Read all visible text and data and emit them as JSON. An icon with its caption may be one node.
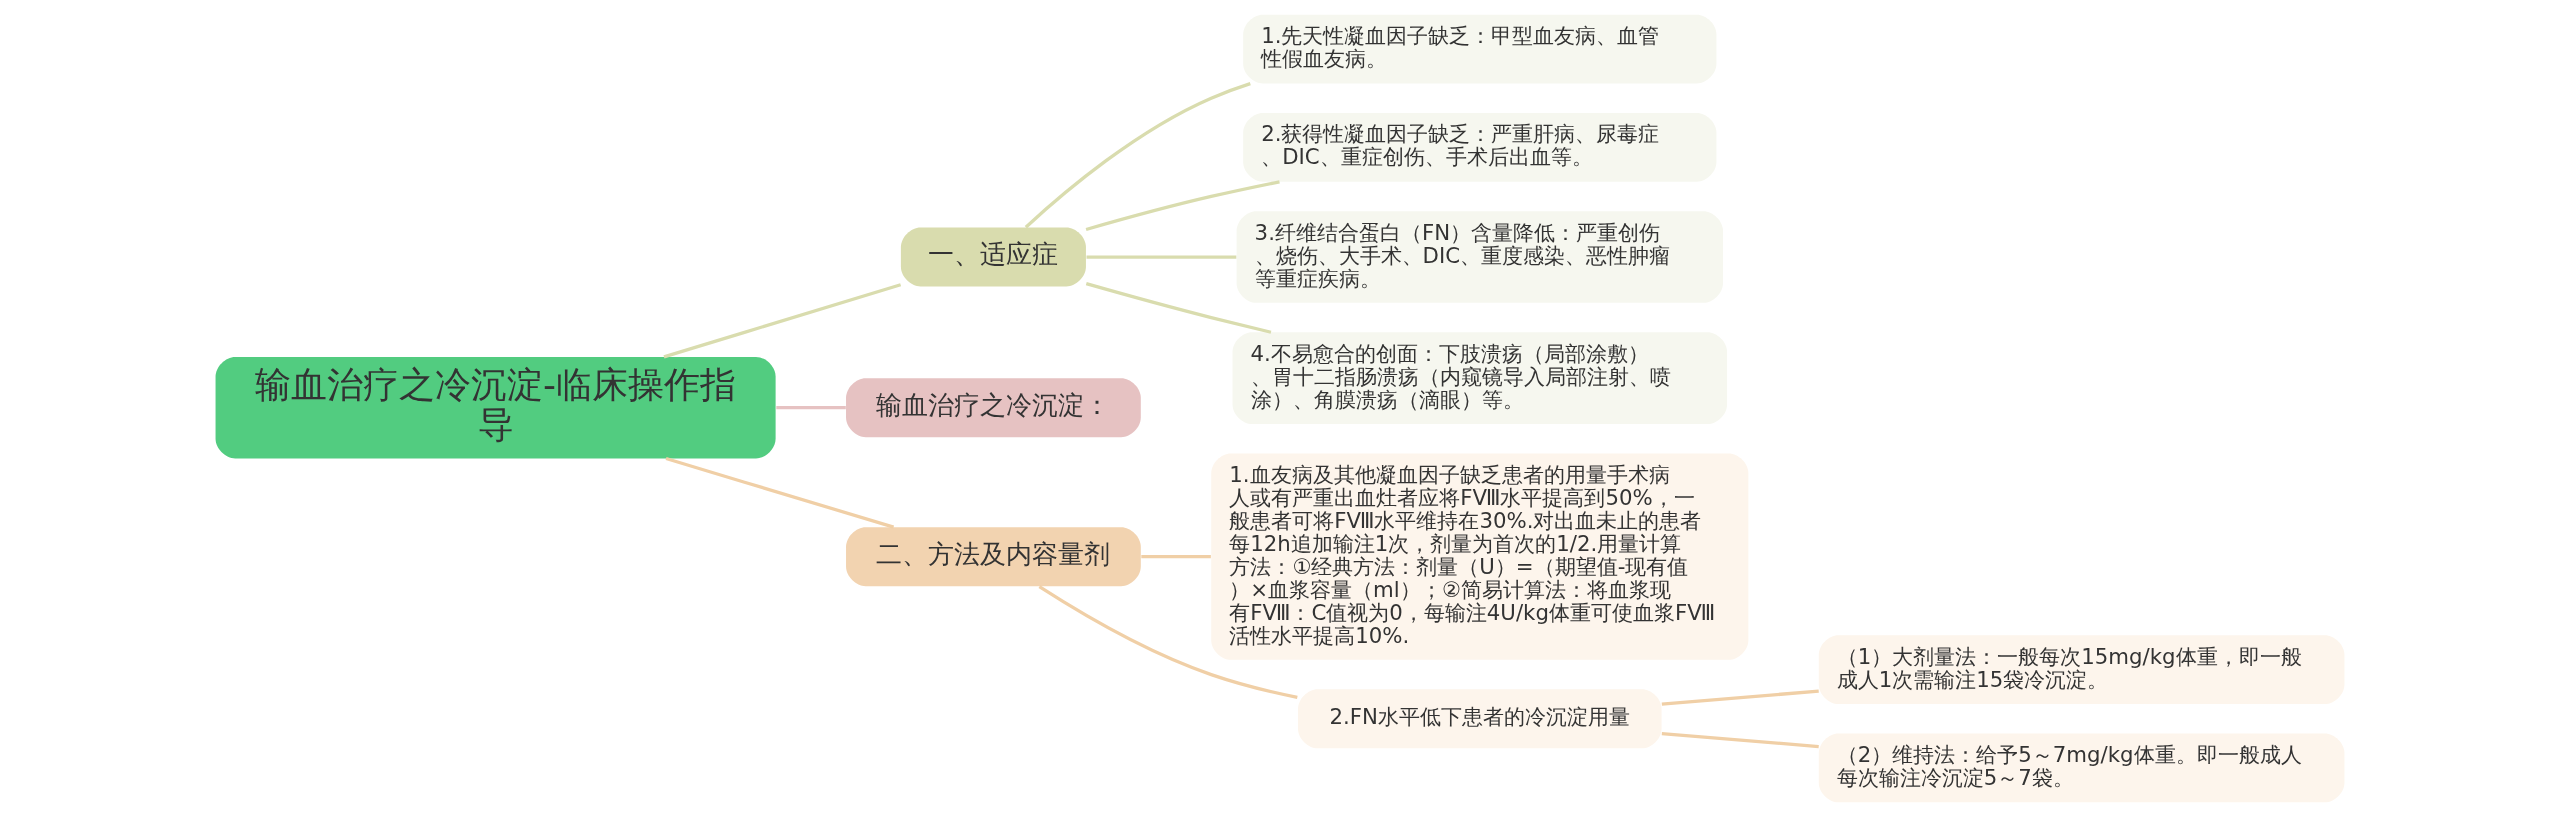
{
  "diagram": {
    "nodes": [
      {
        "text": [
          "输血治疗之冷沉淀-临床操作指导"
        ]
      },
      {
        "text": [
          "一、适应症"
        ]
      },
      {
        "text": [
          "1.先天性凝血因子缺乏：甲型血友病、血管性假血友病。"
        ]
      },
      {
        "text": [
          "2.获得性凝血因子缺乏：严重肝病、尿毒症、DIC、重症创伤、手术后出血等。"
        ]
      },
      {
        "text": [
          "3.纤维结合蛋白（FN）含量降低：严重创伤、烧伤、大手术、DIC、重度感染、恶性肿瘤等重症疾病。"
        ]
      },
      {
        "text": [
          "4.不易愈合的创面：下肢溃疡（局部涂敷）、胃十二指肠溃疡（内窥镜导入局部注射、喷涂）、角膜溃疡（滴眼）等。"
        ]
      },
      {
        "text": [
          "输血治疗之冷沉淀："
        ]
      },
      {
        "text": [
          "二、方法及内容量剂"
        ]
      },
      {
        "text": [
          "1.血友病及其他凝血因子缺乏患者的用量手术病人或有严重出血灶者应将FⅧ水平提高到50%，一般患者可将FⅧ水平维持在30%.对出血未止的患者每12h追加输注1次，剂量为首次的1/2.用量计算方法：①经典方法：剂量（U）=（期望值-现有值）×血浆容量（ml）；②简易计算法：将血浆现有FⅧ：C值视为0，每输注4U/kg体重可使血浆FⅧ活性水平提高10%."
        ]
      },
      {
        "text": [
          "2.FN水平低下患者的冷沉淀用量"
        ]
      },
      {
        "text": [
          "（1）大剂量法：一般每次15mg/kg体重，即一般成人1次需输注15袋冷沉淀。"
        ]
      },
      {
        "text": [
          "（2）维持法：给予5～7mg/kg体重。即一般成人每次输注冷沉淀5～7袋。"
        ]
      }
    ],
    "edges": [
      {
        "from": 0,
        "to": 1,
        "arrow": "none",
        "color": "#d9dcae"
      },
      {
        "from": 1,
        "to": 2,
        "arrow": "none",
        "color": "#d9dcae"
      },
      {
        "from": 1,
        "to": 3,
        "arrow": "none",
        "color": "#d9dcae"
      },
      {
        "from": 1,
        "to": 4,
        "arrow": "none",
        "color": "#d9dcae"
      },
      {
        "from": 1,
        "to": 5,
        "arrow": "none",
        "color": "#d9dcae"
      },
      {
        "from": 0,
        "to": 6,
        "arrow": "none",
        "color": "#e6c2c2"
      },
      {
        "from": 0,
        "to": 7,
        "arrow": "none"
      },
      {
        "from": 7,
        "to": 8,
        "arrow": "none"
      },
      {
        "from": 7,
        "to": 9,
        "arrow": "none"
      },
      {
        "from": 9,
        "to": 10,
        "arrow": "none"
      },
      {
        "from": 9,
        "to": 11,
        "arrow": "none"
      }
    ]
  }
}
